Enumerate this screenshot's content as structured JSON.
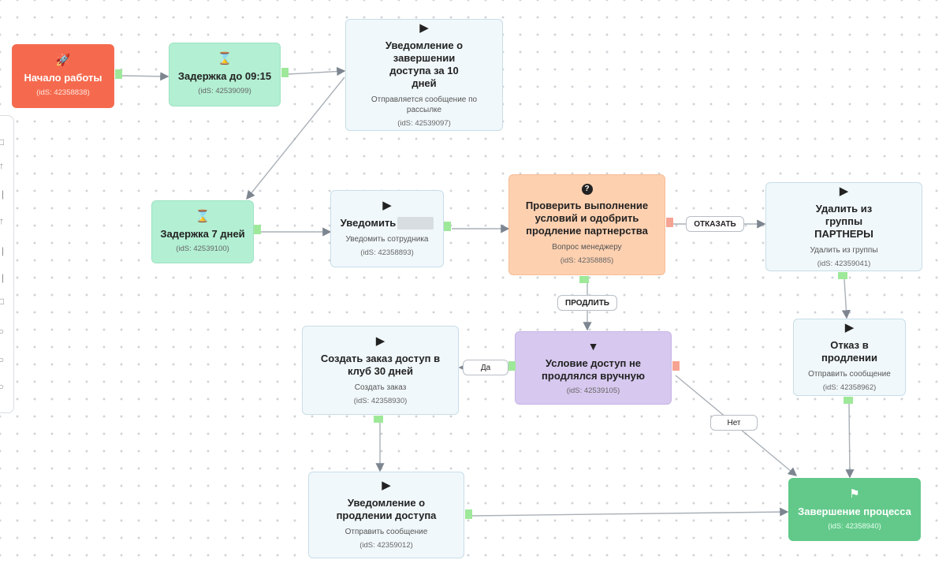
{
  "nodes": {
    "start": {
      "title": "Начало работы",
      "ids": "(idS: 42358838)",
      "icon": "rocket-icon"
    },
    "delay915": {
      "title": "Задержка до 09:15",
      "ids": "(idS: 42539099)",
      "icon": "hourglass-icon"
    },
    "notify10": {
      "title": "Уведомление о завершении доступа за 10 дней",
      "sub": "Отправляется сообщение по рассылке",
      "ids": "(idS: 42539097)",
      "icon": "play-icon"
    },
    "delay7": {
      "title": "Задержка 7 дней",
      "ids": "(idS: 42539100)",
      "icon": "hourglass-icon"
    },
    "notifyEmp": {
      "title": "Уведомить",
      "sub": "Уведомить сотрудника",
      "ids": "(idS: 42358893)",
      "icon": "play-icon"
    },
    "check": {
      "title": "Проверить выполнение условий и одобрить продление партнерства",
      "sub": "Вопрос менеджеру",
      "ids": "(idS: 42358885)",
      "icon": "question-icon"
    },
    "removeGroup": {
      "title": "Удалить из группы ПАРТНЕРЫ",
      "sub": "Удалить из группы",
      "ids": "(idS: 42359041)",
      "icon": "play-icon"
    },
    "refusal": {
      "title": "Отказ в продлении",
      "sub": "Отправить сообщение",
      "ids": "(idS: 42358962)",
      "icon": "play-icon"
    },
    "condition": {
      "title": "Условие доступ не продлялся вручную",
      "ids": "(idS: 42539105)",
      "icon": "filter-icon"
    },
    "createOrder": {
      "title": "Создать заказ доступ в клуб 30 дней",
      "sub": "Создать заказ",
      "ids": "(idS: 42358930)",
      "icon": "play-icon"
    },
    "notifyExt": {
      "title": "Уведомление о продлении доступа",
      "sub": "Отправить сообщение",
      "ids": "(idS: 42359012)",
      "icon": "play-icon"
    },
    "end": {
      "title": "Завершение процесса",
      "ids": "(idS: 42358940)",
      "icon": "flag-icon"
    }
  },
  "edge_labels": {
    "refuse": "ОТКАЗАТЬ",
    "extend": "ПРОДЛИТЬ",
    "yes": "Да",
    "no": "Нет"
  },
  "colors": {
    "start": "#f56a4e",
    "delay": "#b3efd3",
    "action": "#f1f8fb",
    "question": "#fdd0b0",
    "condition": "#d7c8ef",
    "end": "#62c98a",
    "edge": "#a9b0b7"
  }
}
